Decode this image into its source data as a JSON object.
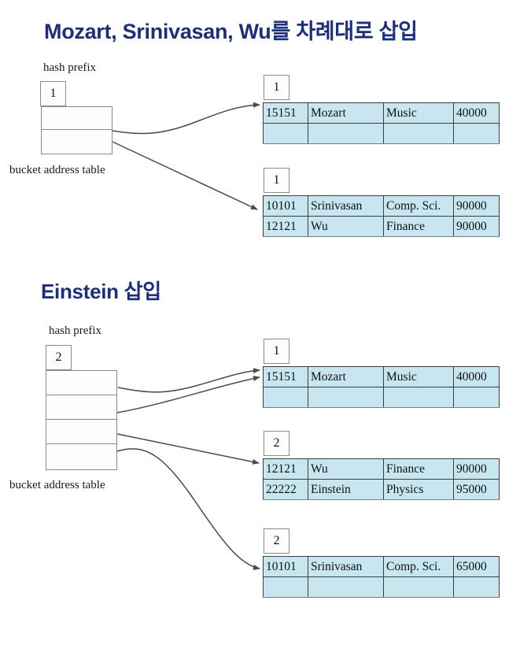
{
  "sections": [
    {
      "title": "Mozart, Srinivasan, Wu를 차례대로 삽입",
      "hash_prefix_label": "hash prefix",
      "bucket_address_table_label": "bucket address table",
      "global_depth": "1",
      "directory_slots": 2,
      "buckets": [
        {
          "local_depth": "1",
          "rows": [
            {
              "id": "15151",
              "name": "Mozart",
              "dept": "Music",
              "salary": "40000"
            },
            {
              "id": "",
              "name": "",
              "dept": "",
              "salary": ""
            }
          ]
        },
        {
          "local_depth": "1",
          "rows": [
            {
              "id": "10101",
              "name": "Srinivasan",
              "dept": "Comp. Sci.",
              "salary": "90000"
            },
            {
              "id": "12121",
              "name": "Wu",
              "dept": "Finance",
              "salary": "90000"
            }
          ]
        }
      ]
    },
    {
      "title": "Einstein 삽입",
      "hash_prefix_label": "hash prefix",
      "bucket_address_table_label": "bucket address table",
      "global_depth": "2",
      "directory_slots": 4,
      "buckets": [
        {
          "local_depth": "1",
          "rows": [
            {
              "id": "15151",
              "name": "Mozart",
              "dept": "Music",
              "salary": "40000"
            },
            {
              "id": "",
              "name": "",
              "dept": "",
              "salary": ""
            }
          ]
        },
        {
          "local_depth": "2",
          "rows": [
            {
              "id": "12121",
              "name": "Wu",
              "dept": "Finance",
              "salary": "90000"
            },
            {
              "id": "22222",
              "name": "Einstein",
              "dept": "Physics",
              "salary": "95000"
            }
          ]
        },
        {
          "local_depth": "2",
          "rows": [
            {
              "id": "10101",
              "name": "Srinivasan",
              "dept": "Comp. Sci.",
              "salary": "65000"
            },
            {
              "id": "",
              "name": "",
              "dept": "",
              "salary": ""
            }
          ]
        }
      ]
    }
  ],
  "colors": {
    "title": "#1b2f7a",
    "bucket_fill": "#c7e6f0",
    "bucket_border": "#3d3d3d",
    "directory_border": "#8a8a8a",
    "arrow": "#4a4a4a"
  }
}
